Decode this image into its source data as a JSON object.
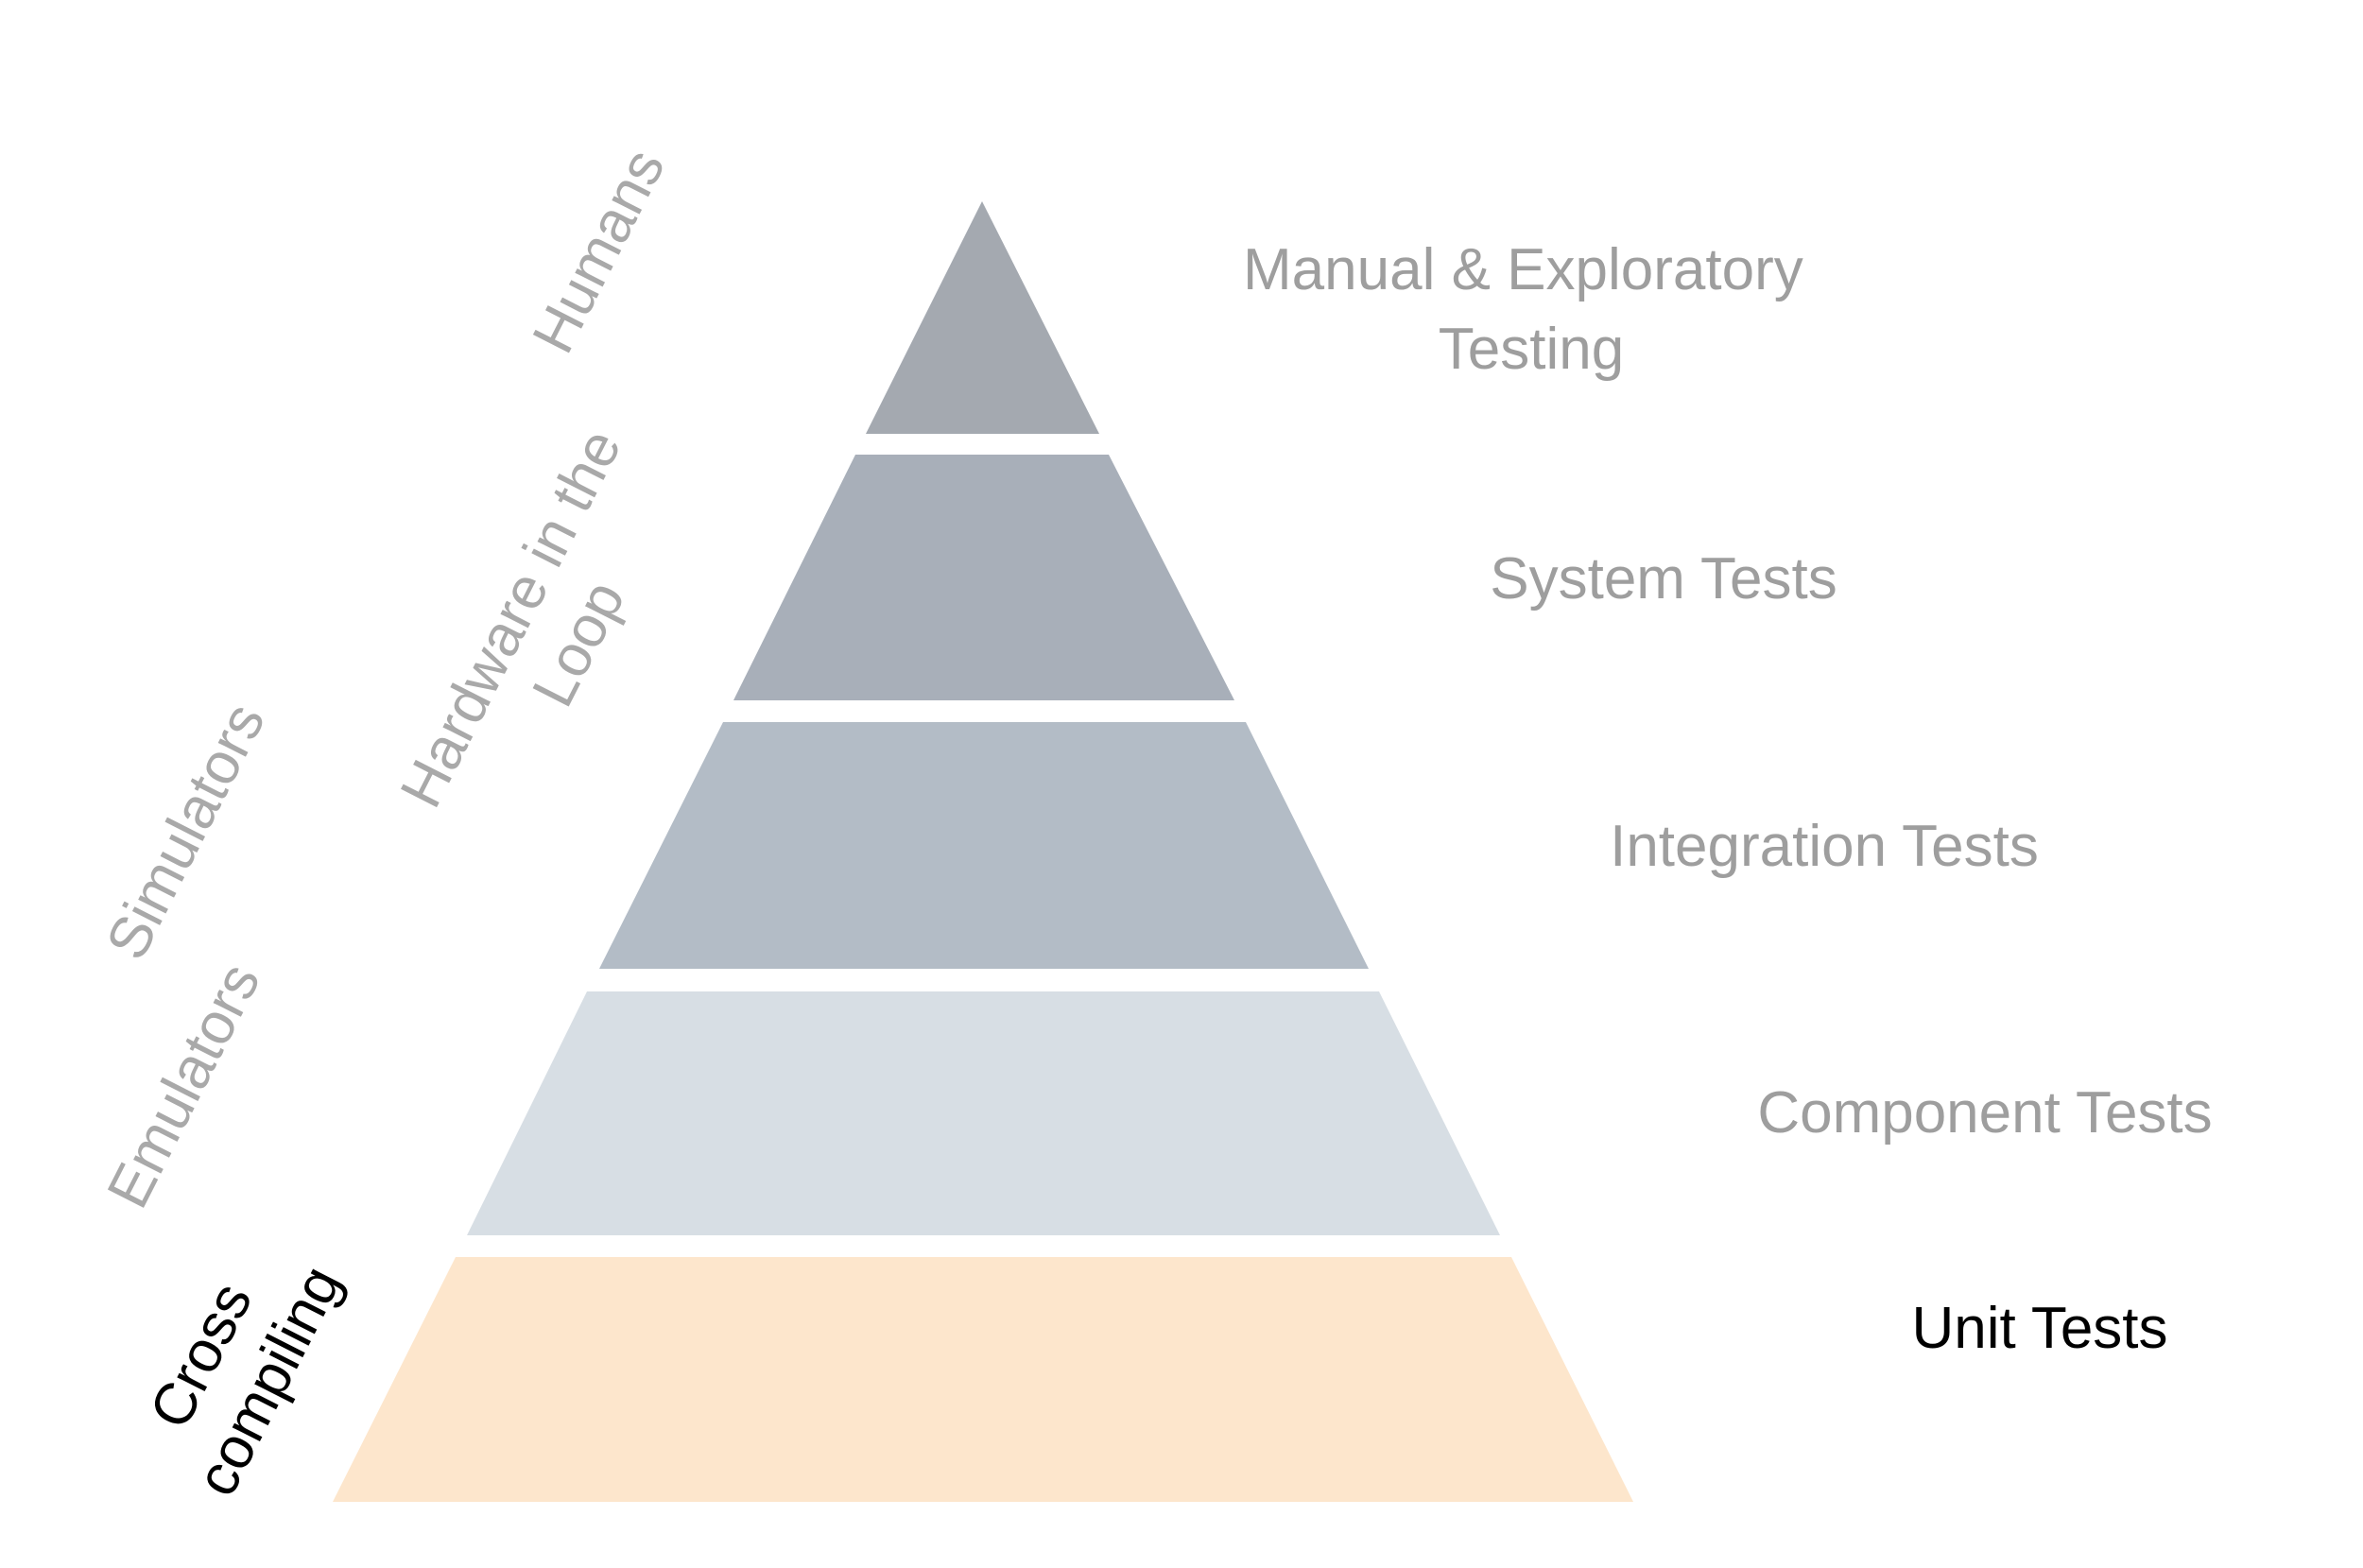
{
  "pyramid": {
    "levels": [
      {
        "id": "manual",
        "label_lines": [
          "Manual & Exploratory",
          "Testing"
        ],
        "color": "#a4a9b0",
        "label_color": "#9e9e9e"
      },
      {
        "id": "system",
        "label_lines": [
          "System Tests"
        ],
        "color": "#a8afb9",
        "label_color": "#9e9e9e"
      },
      {
        "id": "integration",
        "label_lines": [
          "Integration Tests"
        ],
        "color": "#b3bcc6",
        "label_color": "#9e9e9e"
      },
      {
        "id": "component",
        "label_lines": [
          "Component Tests"
        ],
        "color": "#d7dee4",
        "label_color": "#9e9e9e"
      },
      {
        "id": "unit",
        "label_lines": [
          "Unit Tests"
        ],
        "color": "#fde6cc",
        "label_color": "#000000"
      }
    ]
  },
  "side_labels": [
    {
      "id": "humans",
      "lines": [
        "Humans"
      ],
      "color": "#a9a9a9"
    },
    {
      "id": "hardware-in-the-loop",
      "lines": [
        "Hardware in the",
        "Loop"
      ],
      "color": "#a9a9a9"
    },
    {
      "id": "simulators",
      "lines": [
        "Simulators"
      ],
      "color": "#a9a9a9"
    },
    {
      "id": "emulators",
      "lines": [
        "Emulators"
      ],
      "color": "#a9a9a9"
    },
    {
      "id": "cross-compiling",
      "lines": [
        "Cross",
        "compiling"
      ],
      "color": "#000000"
    }
  ]
}
